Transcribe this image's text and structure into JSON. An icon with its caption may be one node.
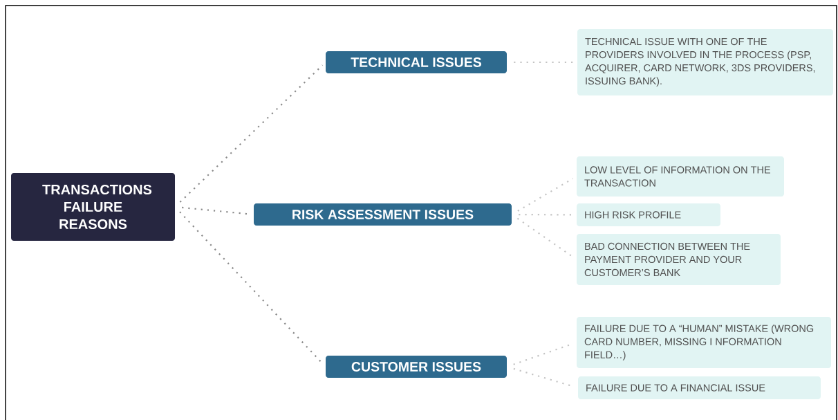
{
  "diagram": {
    "nodes": [
      {
        "text": [
          "TRANSACTIONS FAILURE REASONS"
        ]
      },
      {
        "text": [
          "TECHNICAL ISSUES"
        ]
      },
      {
        "text": [
          "TECHNICAL ISSUE WITH ONE OF THE PROVIDERS INVOLVED IN THE PROCESS (PSP, ACQUIRER, CARD NETWORK, 3DS PROVIDERS, ISSUING BANK)."
        ]
      },
      {
        "text": [
          "RISK ASSESSMENT ISSUES"
        ]
      },
      {
        "text": [
          "LOW LEVEL OF INFORMATION ON THE TRANSACTION"
        ]
      },
      {
        "text": [
          "HIGH RISK PROFILE"
        ]
      },
      {
        "text": [
          "BAD CONNECTION BETWEEN THE PAYMENT PROVIDER AND YOUR CUSTOMER’S BANK"
        ]
      },
      {
        "text": [
          "CUSTOMER ISSUES"
        ]
      },
      {
        "text": [
          "FAILURE DUE TO A “HUMAN” MISTAKE (WRONG CARD NUMBER, MISSING I NFORMATION FIELD…)"
        ]
      },
      {
        "text": [
          "FAILURE DUE TO A FINANCIAL ISSUE"
        ]
      }
    ],
    "edges": [
      {
        "from": 0,
        "to": 1,
        "arrow": "none",
        "color": "#8a8a8a"
      },
      {
        "from": 0,
        "to": 3,
        "arrow": "none",
        "color": "#8a8a8a"
      },
      {
        "from": 0,
        "to": 7,
        "arrow": "none",
        "color": "#8a8a8a"
      },
      {
        "from": 1,
        "to": 2,
        "arrow": "none"
      },
      {
        "from": 3,
        "to": 4,
        "arrow": "none"
      },
      {
        "from": 3,
        "to": 5,
        "arrow": "none"
      },
      {
        "from": 3,
        "to": 6,
        "arrow": "none"
      },
      {
        "from": 7,
        "to": 8,
        "arrow": "none"
      },
      {
        "from": 7,
        "to": 9,
        "arrow": "none"
      }
    ]
  }
}
